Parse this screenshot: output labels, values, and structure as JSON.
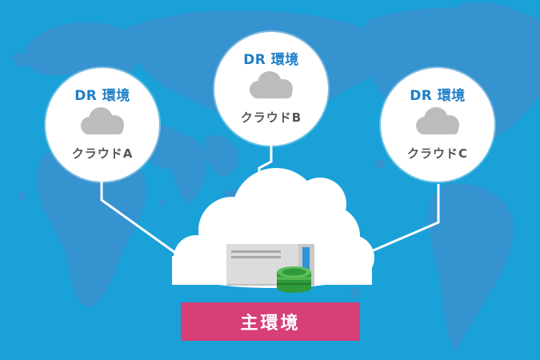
{
  "colors": {
    "background": "#1aa1d8",
    "continents": "#3593d0",
    "title_blue": "#1e7fc8",
    "cloud_gray": "#bcbcbc",
    "label_gray": "#555555",
    "main_bar": "#d63f78",
    "database_green": "#2e9a3a"
  },
  "dr_nodes": [
    {
      "title": "DR 環境",
      "label": "クラウドA",
      "icon": "cloud-icon"
    },
    {
      "title": "DR 環境",
      "label": "クラウドB",
      "icon": "cloud-icon"
    },
    {
      "title": "DR 環境",
      "label": "クラウドC",
      "icon": "cloud-icon"
    }
  ],
  "main_environment": {
    "label": "主環境",
    "icons": [
      "cloud-icon",
      "server-icon",
      "database-icon"
    ]
  }
}
